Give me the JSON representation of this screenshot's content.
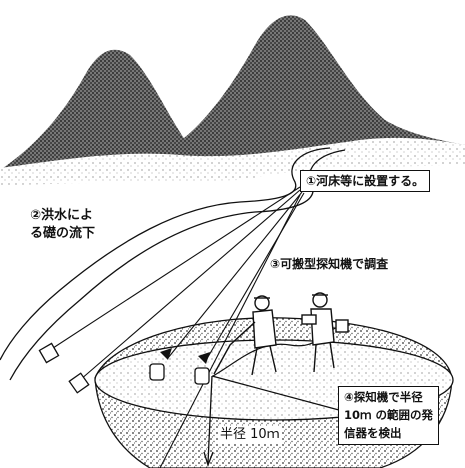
{
  "labels": {
    "step1": "①河床等に設置する。",
    "step2": "②洪水によ\nる礎の流下",
    "step3": "③可搬型探知機で調査",
    "step4": "④探知機で半径\n10ｍ の範囲の発\n信器を検出",
    "radius": "半径 10ｍ"
  },
  "icons": [
    "mountain-icon",
    "person-icon",
    "transmitter-icon",
    "detector-icon"
  ]
}
